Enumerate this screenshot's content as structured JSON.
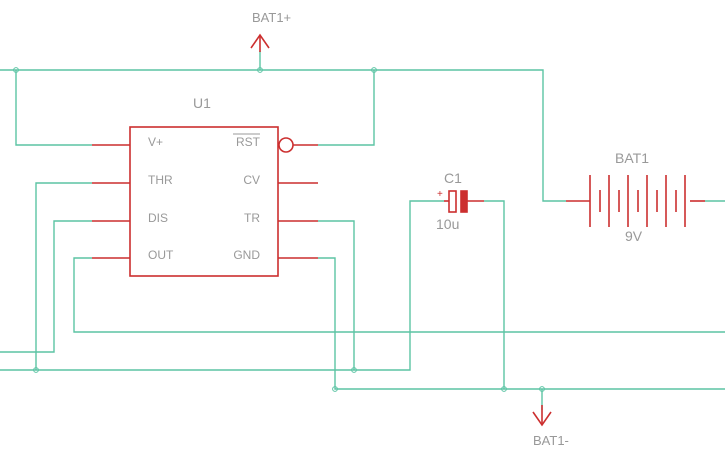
{
  "power": {
    "top_label": "BAT1+",
    "bottom_label": "BAT1-"
  },
  "u1": {
    "name": "U1",
    "pins_left": [
      "V+",
      "THR",
      "DIS",
      "OUT"
    ],
    "pins_right": [
      "RST",
      "CV",
      "TR",
      "GND"
    ]
  },
  "c1": {
    "name": "C1",
    "value": "10u",
    "polarity": "+"
  },
  "bat1": {
    "name": "BAT1",
    "value": "9V"
  },
  "colors": {
    "wire": "#5cc4a4",
    "part": "#cc2f2f",
    "text": "#999999",
    "background": "#ffffff"
  }
}
